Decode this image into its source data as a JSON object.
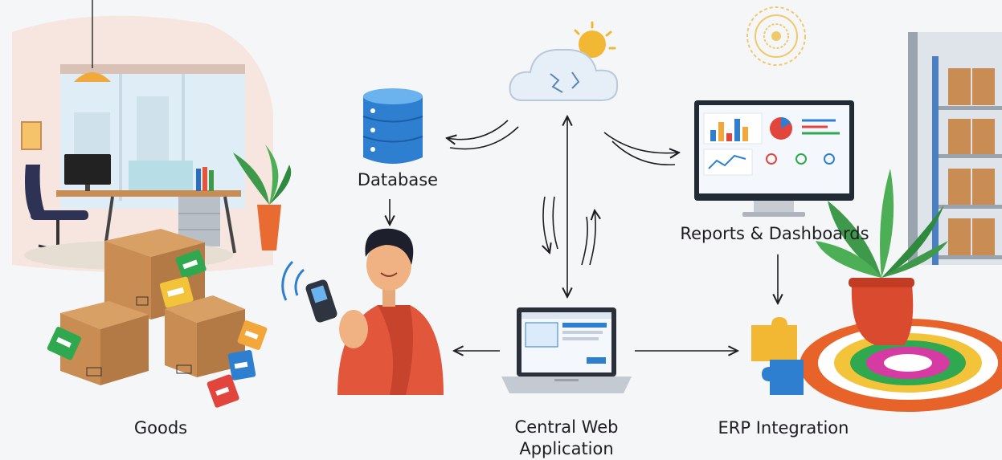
{
  "labels": {
    "database": "Database",
    "reports": "Reports & Dashboards",
    "goods": "Goods",
    "central": "Central Web Application",
    "erp": "ERP Integration"
  },
  "colors": {
    "background": "#f5f6f8",
    "database_blue": "#2f7fd0",
    "arrow": "#1e1e22",
    "box_cardboard": "#c98d54",
    "person_saree": "#e2563b",
    "plant_green": "#3e9a4a",
    "rangoli_orange": "#e8632a"
  },
  "icons": [
    "cloud-icon",
    "sun-icon",
    "database-icon",
    "monitor-icon",
    "laptop-icon",
    "puzzle-icon",
    "barcode-scanner-icon",
    "mandala-icon"
  ]
}
